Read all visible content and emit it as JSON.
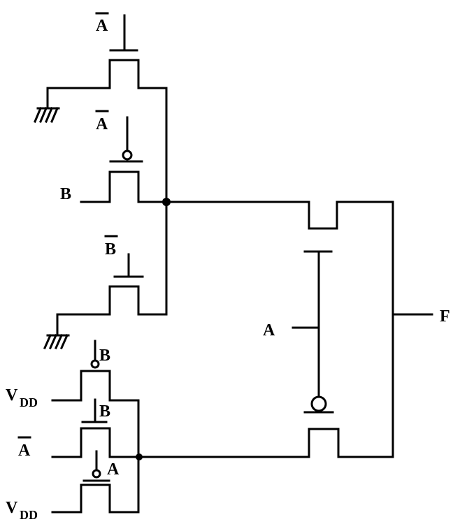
{
  "labels": {
    "a": "A",
    "b": "B",
    "f": "F",
    "vdd_main": "V",
    "vdd_sub": "DD"
  },
  "colors": {
    "line": "#000000",
    "background": "#ffffff"
  }
}
